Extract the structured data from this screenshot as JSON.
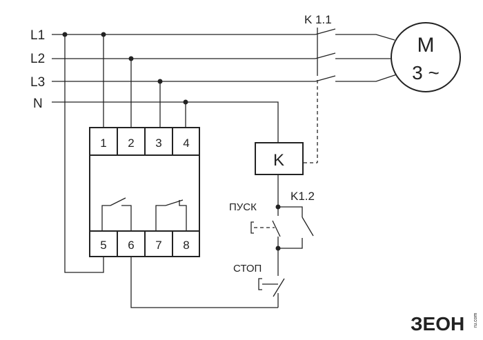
{
  "lines": {
    "l1": "L1",
    "l2": "L2",
    "l3": "L3",
    "n": "N"
  },
  "relay": {
    "top_terminals": [
      "1",
      "2",
      "3",
      "4"
    ],
    "bottom_terminals": [
      "5",
      "6",
      "7",
      "8"
    ]
  },
  "motor": {
    "label": "M",
    "phase": "3 ~"
  },
  "contactor": {
    "coil": "K",
    "main_contacts": "K 1.1",
    "aux_contact": "K1.2"
  },
  "buttons": {
    "start": "ПУСК",
    "stop": "СТОП"
  },
  "brand": {
    "name": "ЗЕОН",
    "suffix": "ru.com"
  },
  "colors": {
    "ink": "#222222",
    "background": "#ffffff"
  }
}
